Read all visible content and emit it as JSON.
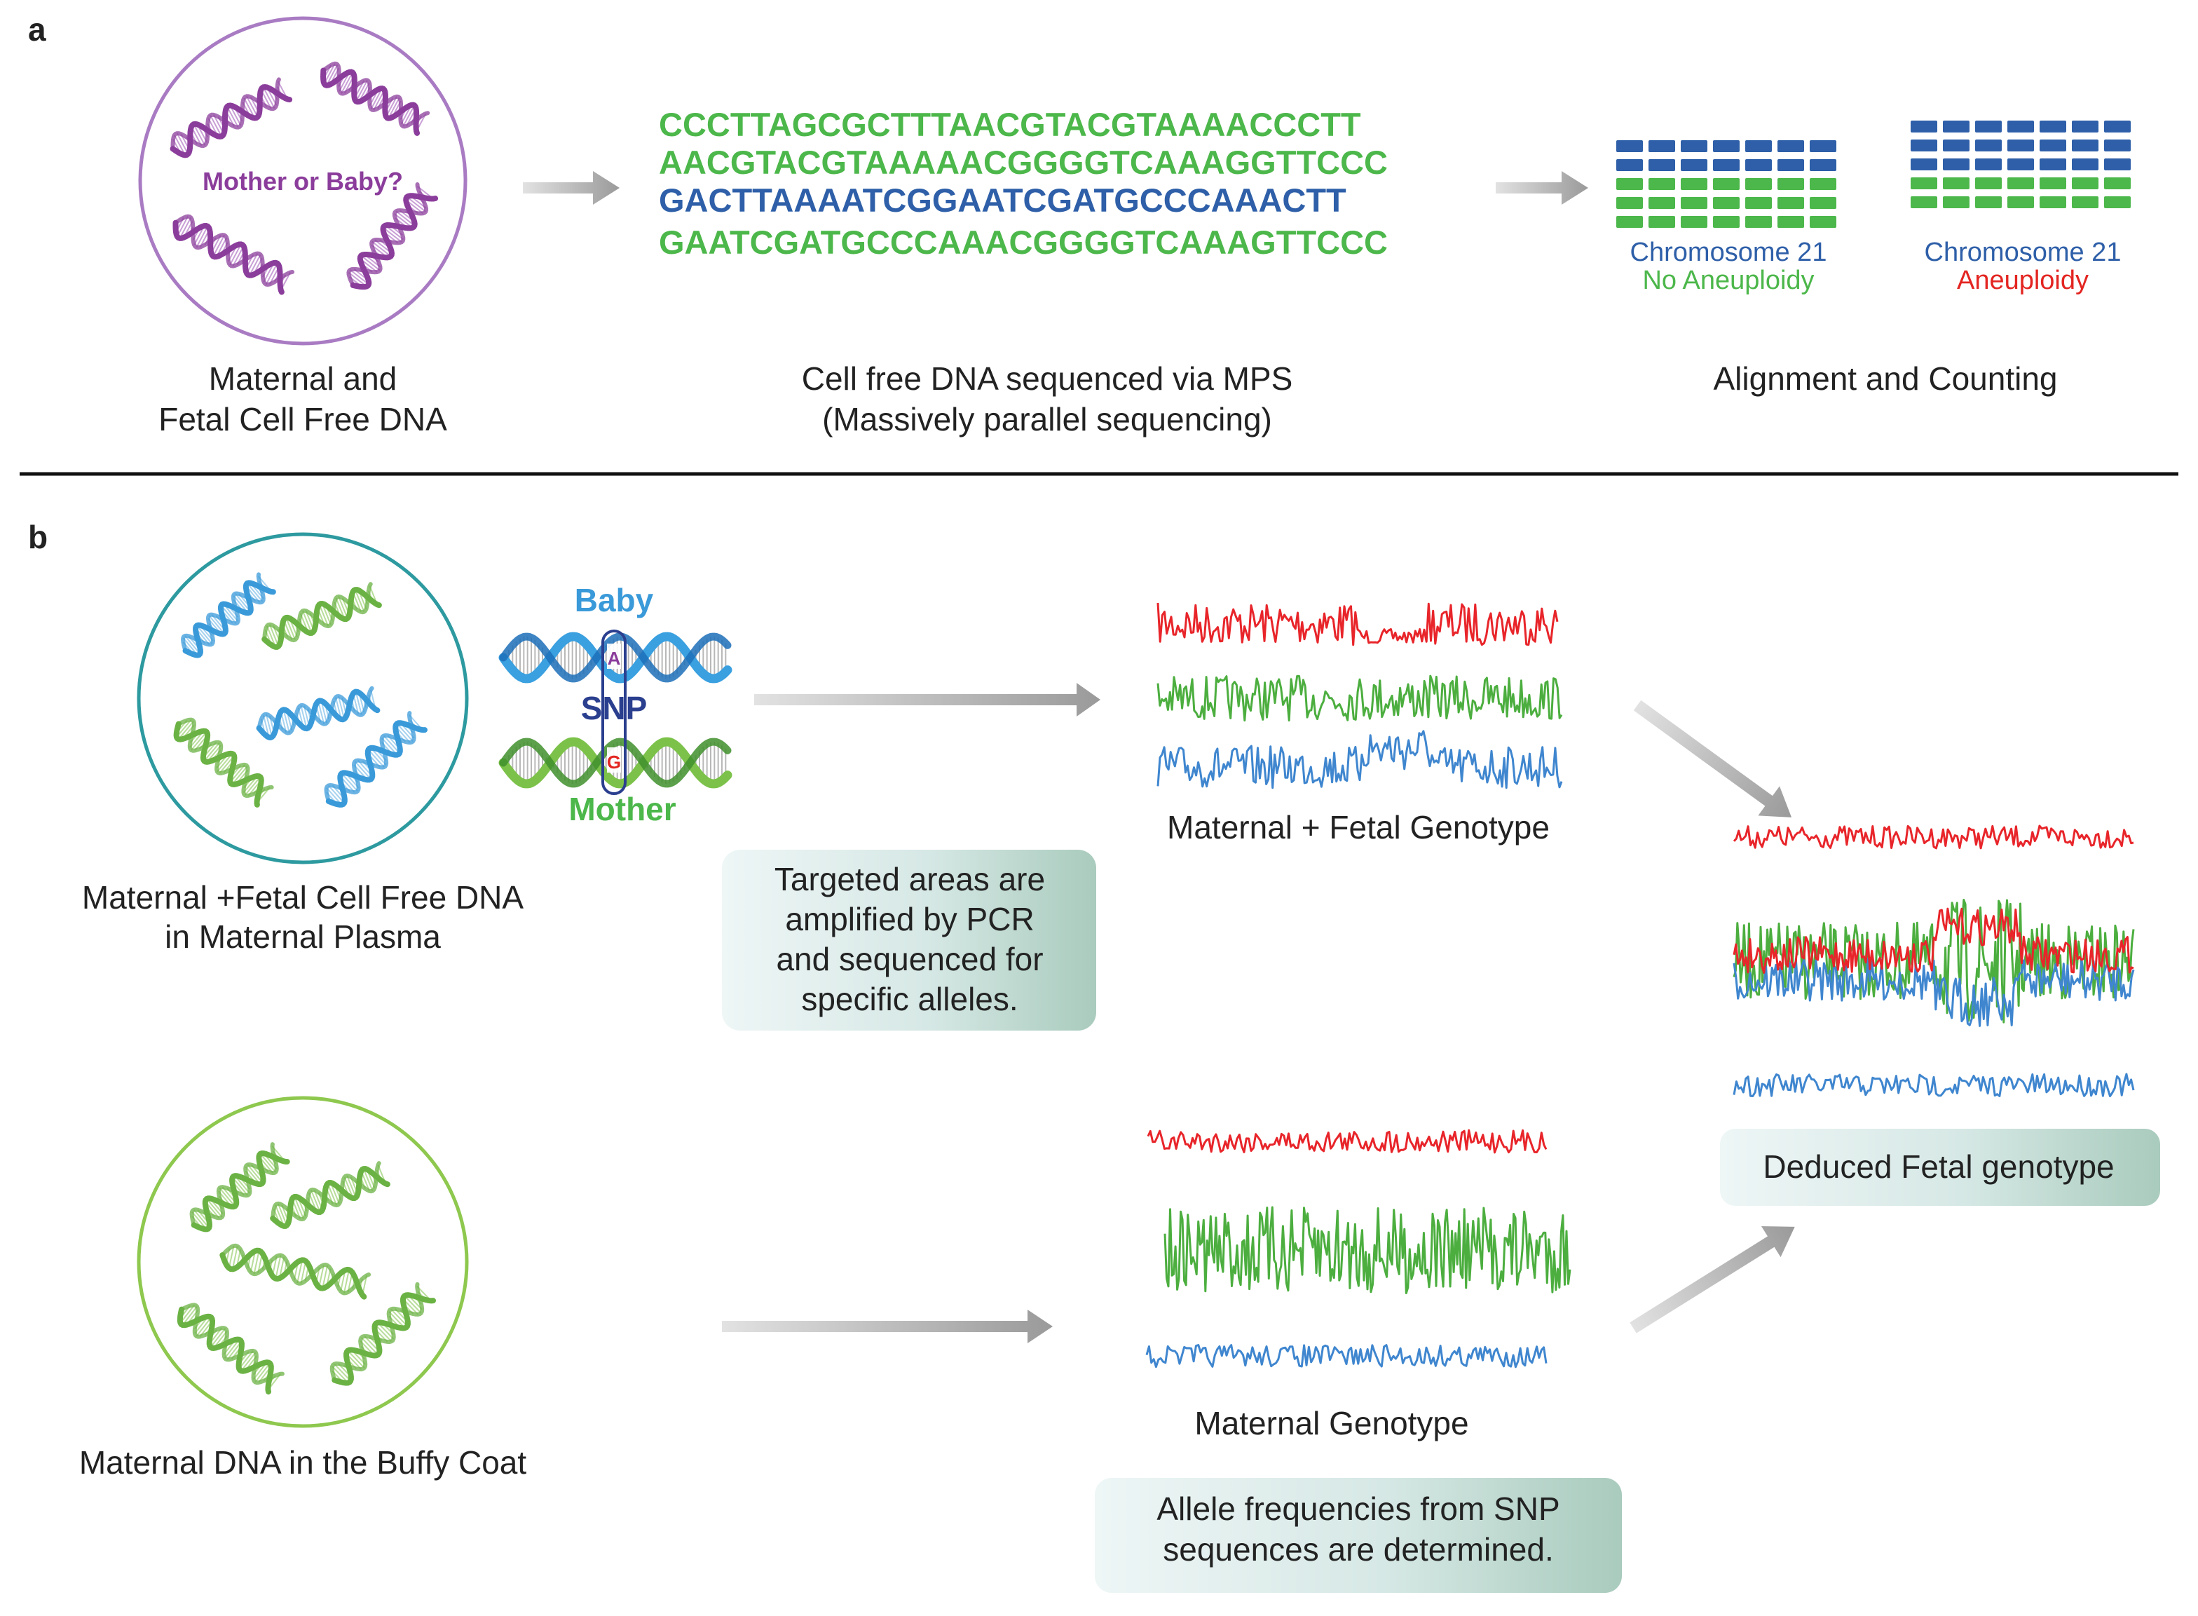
{
  "panel_a": {
    "letter": "a",
    "circle_text": "Mother or Baby?",
    "caption1": [
      "Maternal and",
      "Fetal Cell Free DNA"
    ],
    "sequences": [
      {
        "text": "CCCTTAGCGCTTTAACGTACGTAAAACCCTT",
        "color": "#4cb74a"
      },
      {
        "text": "AACGTACGTAAAAACGGGGTCAAAGGTTCCC",
        "color": "#4cb74a"
      },
      {
        "text": "GACTTAAAATCGGAATCGATGCCCAAACTT",
        "color": "#2e5fa8"
      },
      {
        "text": "GAATCGATGCCCAAACGGGGTCAAAGTTCCC",
        "color": "#4cb74a"
      }
    ],
    "caption2": [
      "Cell free DNA sequenced via MPS",
      "(Massively parallel sequencing)"
    ],
    "grid1": {
      "label": "Chromosome 21",
      "status": "No Aneuploidy",
      "status_color": "#4cb74a",
      "blue_rows": 2
    },
    "grid2": {
      "label": "Chromosome 21",
      "status": "Aneuploidy",
      "status_color": "#e32521",
      "blue_rows": 3
    },
    "caption3": "Alignment and Counting"
  },
  "panel_b": {
    "letter": "b",
    "circle1_caption": [
      "Maternal +Fetal Cell Free DNA",
      "in Maternal Plasma"
    ],
    "baby_label": "Baby",
    "snp_label": "SNP",
    "mother_label": "Mother",
    "allele_baby": "A",
    "allele_mother": "G",
    "box1": [
      "Targeted areas are",
      "amplified by PCR",
      "and sequenced for",
      "specific alleles."
    ],
    "genotype1_caption": "Maternal + Fetal Genotype",
    "deduced_caption": "Deduced Fetal genotype",
    "circle2_caption": "Maternal DNA in the Buffy Coat",
    "genotype2_caption": "Maternal  Genotype",
    "box2": [
      "Allele frequencies from SNP",
      "sequences are determined."
    ]
  },
  "colors": {
    "green": "#4cb74a",
    "blue": "#2e5fa8",
    "red": "#e32521",
    "purple": "#8b3d9b",
    "light_blue": "#3a9ad9",
    "trace_red": "#e8252a",
    "trace_green": "#4cae3f",
    "trace_blue": "#3f86cf"
  }
}
